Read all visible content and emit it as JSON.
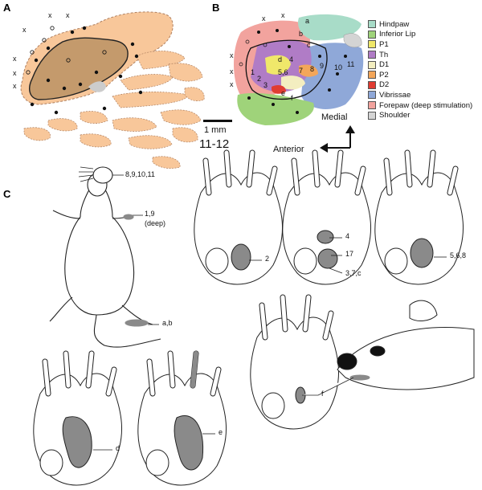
{
  "panels": {
    "a": "A",
    "b": "B",
    "c": "C"
  },
  "legend": [
    {
      "label": "Hindpaw",
      "color": "#a8dcc8"
    },
    {
      "label": "Inferior Lip",
      "color": "#9fd37a"
    },
    {
      "label": "P1",
      "color": "#f0e86a"
    },
    {
      "label": "Th",
      "color": "#b07cc6"
    },
    {
      "label": "D1",
      "color": "#f3eec0"
    },
    {
      "label": "P2",
      "color": "#f3a65a"
    },
    {
      "label": "D2",
      "color": "#e03c32"
    },
    {
      "label": "Vibrissae",
      "color": "#8fa8d8"
    },
    {
      "label": "Forepaw (deep stimulation)",
      "color": "#f2a39e"
    },
    {
      "label": "Shoulder",
      "color": "#d4d4d4"
    }
  ],
  "scale_bar": "1 mm",
  "orientation": {
    "medial": "Medial",
    "anterior": "Anterior"
  },
  "section": "11-12",
  "map_labels": [
    "a",
    "b",
    "c",
    "d",
    "5,6",
    "7",
    "8",
    "9",
    "10",
    "11",
    "1",
    "2",
    "3",
    "4",
    "e",
    "f"
  ],
  "callouts": {
    "head": "8,9,10,11",
    "forepaw": "1,9",
    "forepaw_note": "(deep)",
    "hindpaw": "a,b",
    "paw_2": "2",
    "paw_4": "4",
    "paw_17": "17",
    "paw_37c": "3,7,c",
    "paw_568": "5,6,8",
    "paw_d": "d",
    "paw_e": "e",
    "paw_f": "f"
  },
  "colors": {
    "tissue": "#f8c79a",
    "map_fill": "#c49a6c",
    "shade": "#8a8a8a"
  }
}
